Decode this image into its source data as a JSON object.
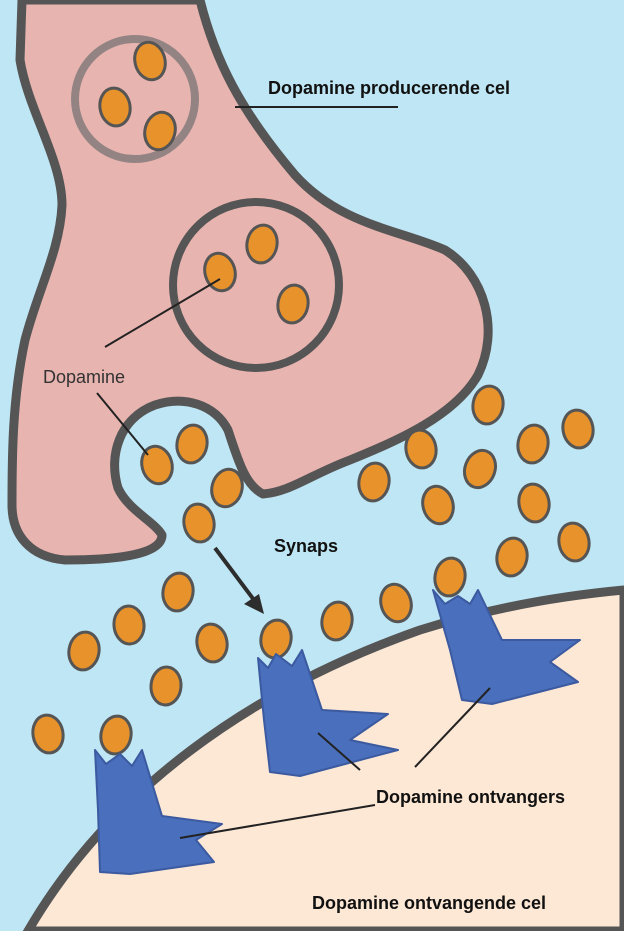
{
  "labels": {
    "producing_cell": "Dopamine producerende cel",
    "dopamine": "Dopamine",
    "synapse": "Synaps",
    "receptors": "Dopamine ontvangers",
    "receiving_cell": "Dopamine ontvangende cel"
  },
  "colors": {
    "background": "#bfe6f4",
    "producing_cell": "#e8b4b0",
    "receiving_cell": "#fde8d6",
    "membrane": "#555555",
    "dopamine": "#e8922c",
    "receptor": "#4a6fbc"
  }
}
